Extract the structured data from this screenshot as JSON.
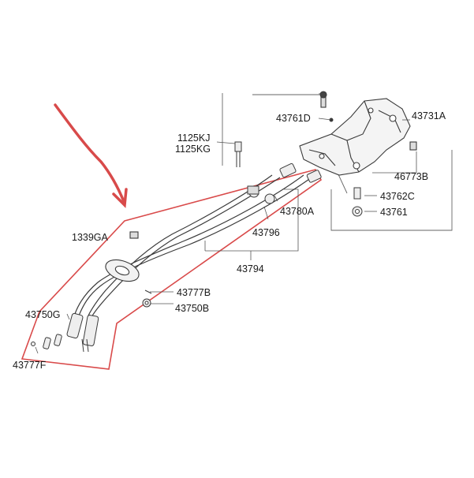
{
  "diagram": {
    "labels": {
      "p43761D": "43761D",
      "p43731A": "43731A",
      "p1125KJ": "1125KJ",
      "p1125KG": "1125KG",
      "p46773B": "46773B",
      "p43762C": "43762C",
      "p43761": "43761",
      "p43780A": "43780A",
      "p43796": "43796",
      "p1339GA": "1339GA",
      "p43794": "43794",
      "p43777B": "43777B",
      "p43750B": "43750B",
      "p43750G": "43750G",
      "p43777F": "43777F"
    },
    "colors": {
      "outline": "#d94a4a",
      "arrow": "#d84a4a",
      "line": "#555555",
      "part": "#3a3a3a"
    },
    "icons": [
      "arrow-icon"
    ]
  }
}
